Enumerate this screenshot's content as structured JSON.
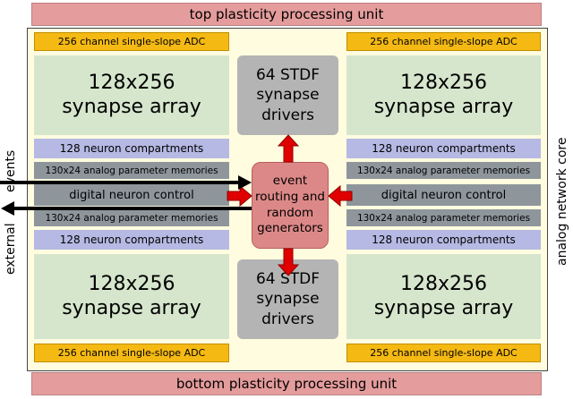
{
  "diagram": {
    "top_bar_label": "top plasticity processing unit",
    "bottom_bar_label": "bottom plasticity processing unit",
    "left_side_label": "external events",
    "right_side_label": "analog network core",
    "adc_bar_label": "256 channel single-slope ADC",
    "synapse_array_label": "128x256\nsynapse array",
    "stdf_driver_label": "64 STDF\nsynapse\ndrivers",
    "neuron_compartments_label": "128 neuron compartments",
    "parameter_memories_label": "130x24 analog parameter memories",
    "digital_neuron_control_label": "digital neuron control",
    "event_routing_label": "event\nrouting and\nrandom\ngenerators",
    "colors": {
      "plasticity_bar": "#e59c9c",
      "core_background": "#fffcdf",
      "adc_bar": "#f5b913",
      "synapse_array": "#d6e6cd",
      "neuron_compartments": "#b5b9e3",
      "gray_bar": "#8e969c",
      "stdf_block": "#b4b4b4",
      "event_routing_block": "#dd8888",
      "red_arrow": "#e00000",
      "black_arrow": "#000000"
    }
  }
}
